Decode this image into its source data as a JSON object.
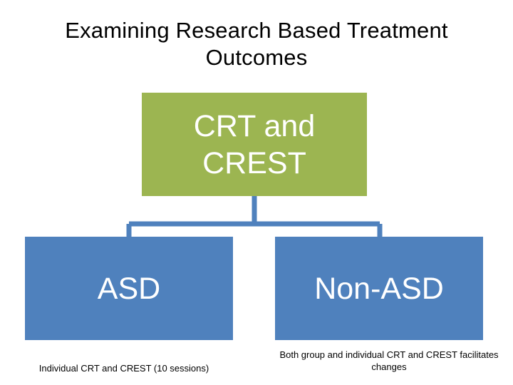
{
  "slide": {
    "title": "Examining Research Based Treatment Outcomes",
    "background_color": "#ffffff"
  },
  "diagram": {
    "type": "org-chart",
    "connector_color": "#4F81BD",
    "root": {
      "label": "CRT and CREST",
      "fill_color": "#9CB551",
      "text_color": "#ffffff"
    },
    "children": [
      {
        "label": "ASD",
        "fill_color": "#4F81BD",
        "text_color": "#ffffff",
        "caption": "Individual CRT and CREST (10 sessions)"
      },
      {
        "label": "Non-ASD",
        "fill_color": "#4F81BD",
        "text_color": "#ffffff",
        "caption": "Both group and individual CRT and CREST facilitates changes"
      }
    ]
  }
}
